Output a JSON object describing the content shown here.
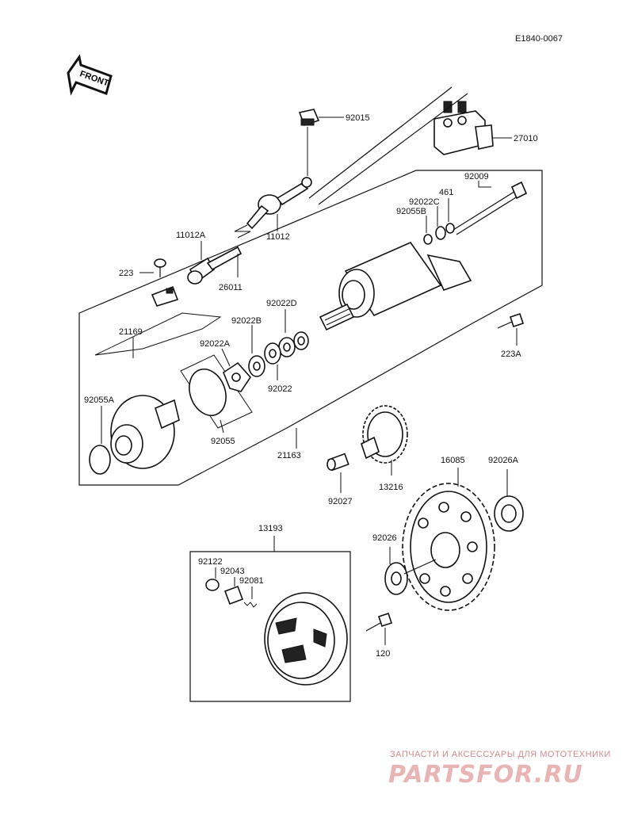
{
  "drawing_code": "E1840-0067",
  "front_label": "FRONT",
  "parts": {
    "p92015": "92015",
    "p27010": "27010",
    "p92009": "92009",
    "p461": "461",
    "p92022C": "92022C",
    "p92055B": "92055B",
    "p11012A": "11012A",
    "p11012": "11012",
    "p223": "223",
    "p26011": "26011",
    "p92022D": "92022D",
    "p21169": "21169",
    "p92022B": "92022B",
    "p92022A": "92022A",
    "p92022": "92022",
    "p223A": "223A",
    "p92055A": "92055A",
    "p92055": "92055",
    "p21163": "21163",
    "p13216": "13216",
    "p92027": "92027",
    "p16085": "16085",
    "p92026A": "92026A",
    "p13193": "13193",
    "p92026": "92026",
    "p92122": "92122",
    "p92043": "92043",
    "p92081": "92081",
    "p120": "120"
  },
  "watermark": {
    "line": "ЗАПЧАСТИ И АКСЕССУАРЫ ДЛЯ МОТОТЕХНИКИ",
    "logo": "PARTSFOR.RU"
  }
}
